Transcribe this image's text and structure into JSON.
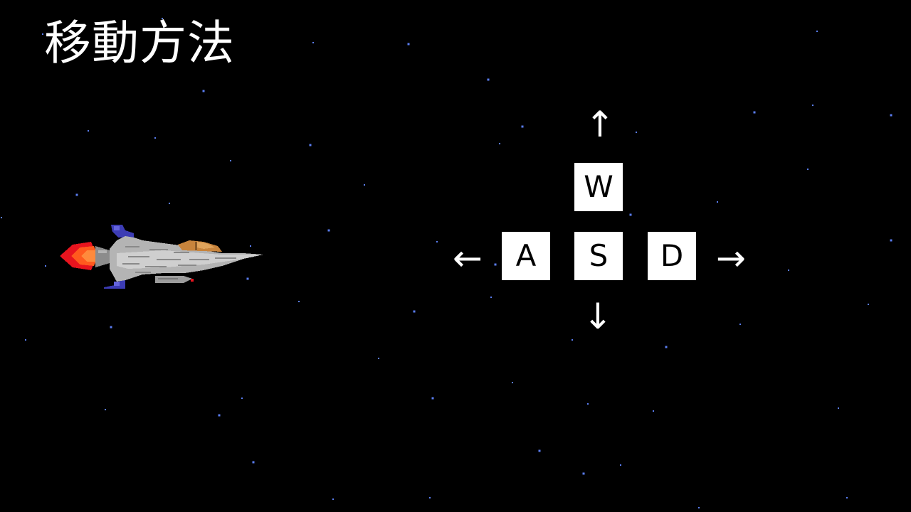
{
  "title": "移動方法",
  "colors": {
    "background": "#000000",
    "star": "#5a7df0",
    "key_bg": "#ffffff",
    "key_text": "#000000",
    "text": "#ffffff"
  },
  "player_ship": {
    "icon": "fighter-jet-sprite"
  },
  "controls": {
    "up": {
      "key": "W",
      "arrow": "↑"
    },
    "left": {
      "key": "A",
      "arrow": "←"
    },
    "down": {
      "key": "S",
      "arrow": "↓"
    },
    "right": {
      "key": "D",
      "arrow": "→"
    }
  }
}
